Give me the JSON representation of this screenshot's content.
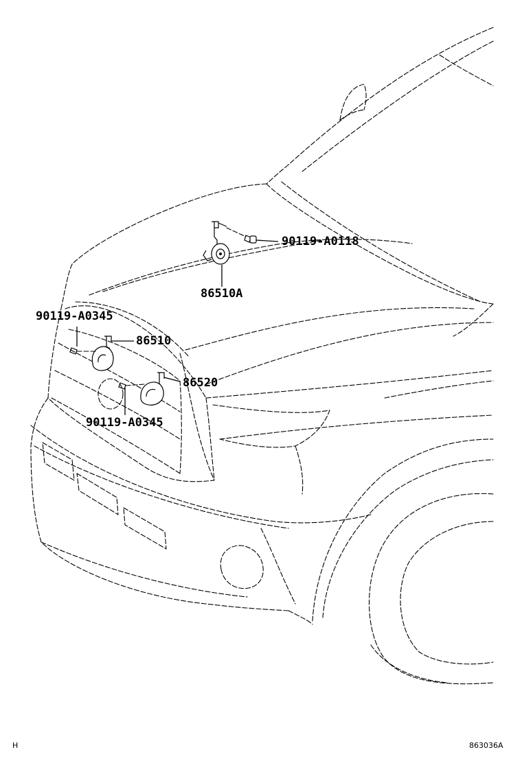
{
  "labels": {
    "bolt_top": "90119-A0118",
    "horn_high_top": "86510A",
    "bolt_left_upper": "90119-A0345",
    "horn_high": "86510",
    "horn_low": "86520",
    "bolt_left_lower": "90119-A0345"
  },
  "footer": {
    "left": "H",
    "right": "863036A"
  }
}
